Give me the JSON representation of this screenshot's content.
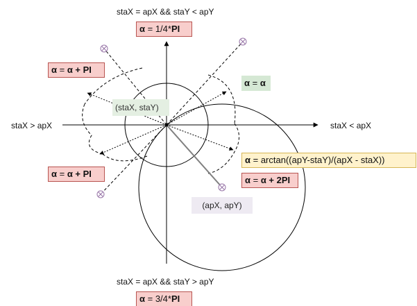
{
  "labels": {
    "top_condition": "staX = apX && staY < apY",
    "bottom_condition": "staX = apX && staY > apY",
    "left_axis": "staX > apX",
    "right_axis": "staX < apX",
    "sta_point": "(staX, staY)",
    "ap_point": "(apX, apY)"
  },
  "formulas": {
    "top": {
      "alpha": "α",
      "eq": " = 1/4*",
      "pi": "PI"
    },
    "upper_left": {
      "lhs": "α",
      "eq": " = ",
      "rhs": "α + PI"
    },
    "lower_left": {
      "lhs": "α",
      "eq": " = ",
      "rhs": "α + PI"
    },
    "upper_right": {
      "lhs": "α",
      "eq": " = ",
      "rhs": "α"
    },
    "arctan": {
      "lhs": "α",
      "rest": " = arctan((apY-staY)/(apX - staX))"
    },
    "lower_right": {
      "lhs": "α",
      "eq": " = ",
      "rhs": "α + 2PI"
    },
    "bottom": {
      "alpha": "α",
      "eq": " = 3/4*",
      "pi": "PI"
    }
  },
  "colors": {
    "red_fill": "#f8cecc",
    "red_stroke": "#b85450",
    "green_fill": "#d5e8d4",
    "yellow_fill": "#fff2cc",
    "yellow_stroke": "#d6b656",
    "lilac_fill": "#eeeaf2",
    "marker_purple": "#9673a6"
  },
  "icons": {
    "point_marker": "cross-circle-marker",
    "axis_head": "arrow-head"
  }
}
